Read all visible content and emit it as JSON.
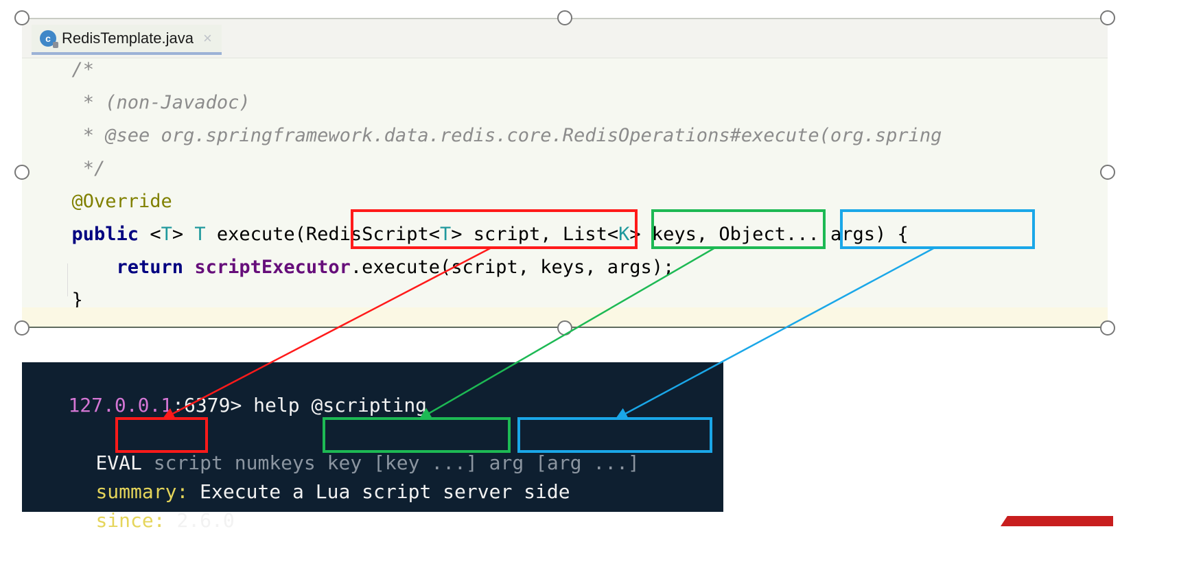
{
  "editor": {
    "tab": {
      "icon_letter": "c",
      "file_name": "RedisTemplate.java",
      "close_glyph": "×"
    },
    "lines": [
      {
        "segments": [
          {
            "cls": "comment",
            "text": "  /*"
          }
        ]
      },
      {
        "segments": [
          {
            "cls": "comment",
            "text": "   * (non-Javadoc)"
          }
        ]
      },
      {
        "segments": [
          {
            "cls": "comment",
            "text": "   * @see org.springframework.data.redis.core.RedisOperations#execute(org.spring"
          }
        ]
      },
      {
        "segments": [
          {
            "cls": "comment",
            "text": "   */"
          }
        ]
      },
      {
        "segments": [
          {
            "cls": "annotation",
            "text": "  @Override"
          }
        ]
      },
      {
        "segments": [
          {
            "cls": "kw",
            "text": "  public "
          },
          {
            "cls": "plain",
            "text": "<"
          },
          {
            "cls": "tparam",
            "text": "T"
          },
          {
            "cls": "plain",
            "text": "> "
          },
          {
            "cls": "tparam",
            "text": "T"
          },
          {
            "cls": "plain",
            "text": " execute(RedisScript<"
          },
          {
            "cls": "tparam",
            "text": "T"
          },
          {
            "cls": "plain",
            "text": "> script, List<"
          },
          {
            "cls": "tparam",
            "text": "K"
          },
          {
            "cls": "plain",
            "text": "> keys, Object... args) {"
          }
        ]
      },
      {
        "segments": [
          {
            "cls": "kw",
            "text": "      return "
          },
          {
            "cls": "field",
            "text": "scriptExecutor"
          },
          {
            "cls": "plain",
            "text": ".execute(script, keys, args);"
          }
        ]
      },
      {
        "segments": [
          {
            "cls": "plain",
            "text": "  }"
          }
        ]
      }
    ]
  },
  "terminal": {
    "prompt_ip": "127.0.0.1",
    "prompt_port": ":6379>",
    "command": " help @scripting",
    "eval_keyword": "EVAL",
    "param_script": "script",
    "param_numkeys": "numkeys",
    "param_keys": "key [key ...]",
    "param_args": "arg [arg ...]",
    "summary_label": "summary:",
    "summary_text": " Execute a Lua script server side",
    "since_label": "since:",
    "since_value": " 2.6.0"
  },
  "colors": {
    "box_red": "#ff1a1a",
    "box_green": "#1db954",
    "box_blue": "#1aa7e8"
  }
}
